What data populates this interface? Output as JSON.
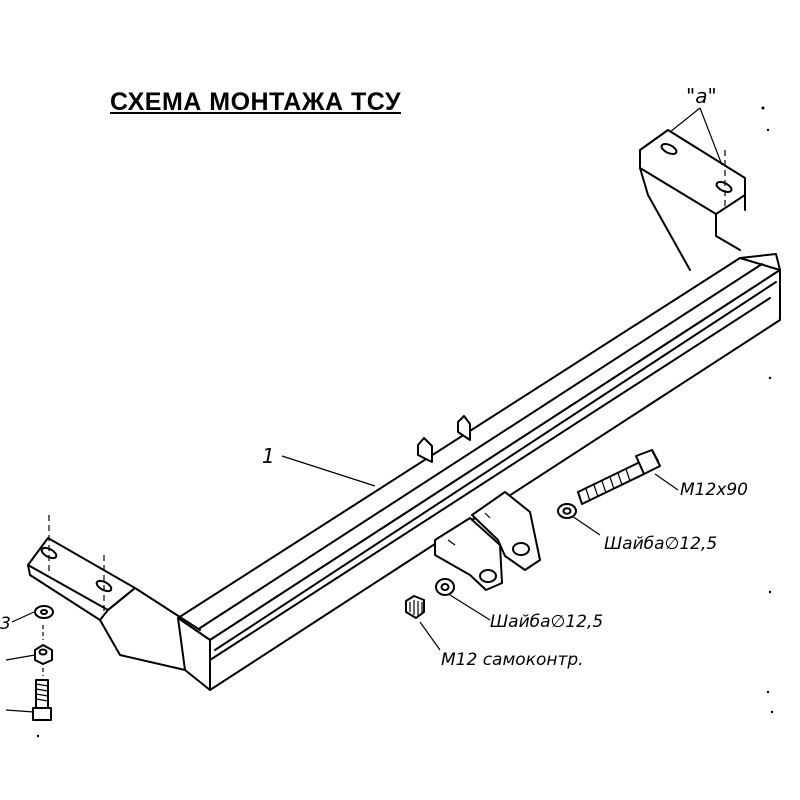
{
  "title": "СХЕМА МОНТАЖА ТСУ",
  "callouts": {
    "part_1": "1",
    "detail_a": "\"a\"",
    "part_3": "3"
  },
  "labels": {
    "bolt_m12x90": "M12x90",
    "washer_upper": "Шайба∅12,5",
    "washer_lower": "Шайба∅12,5",
    "nut_m12": "M12 самоконтр."
  }
}
